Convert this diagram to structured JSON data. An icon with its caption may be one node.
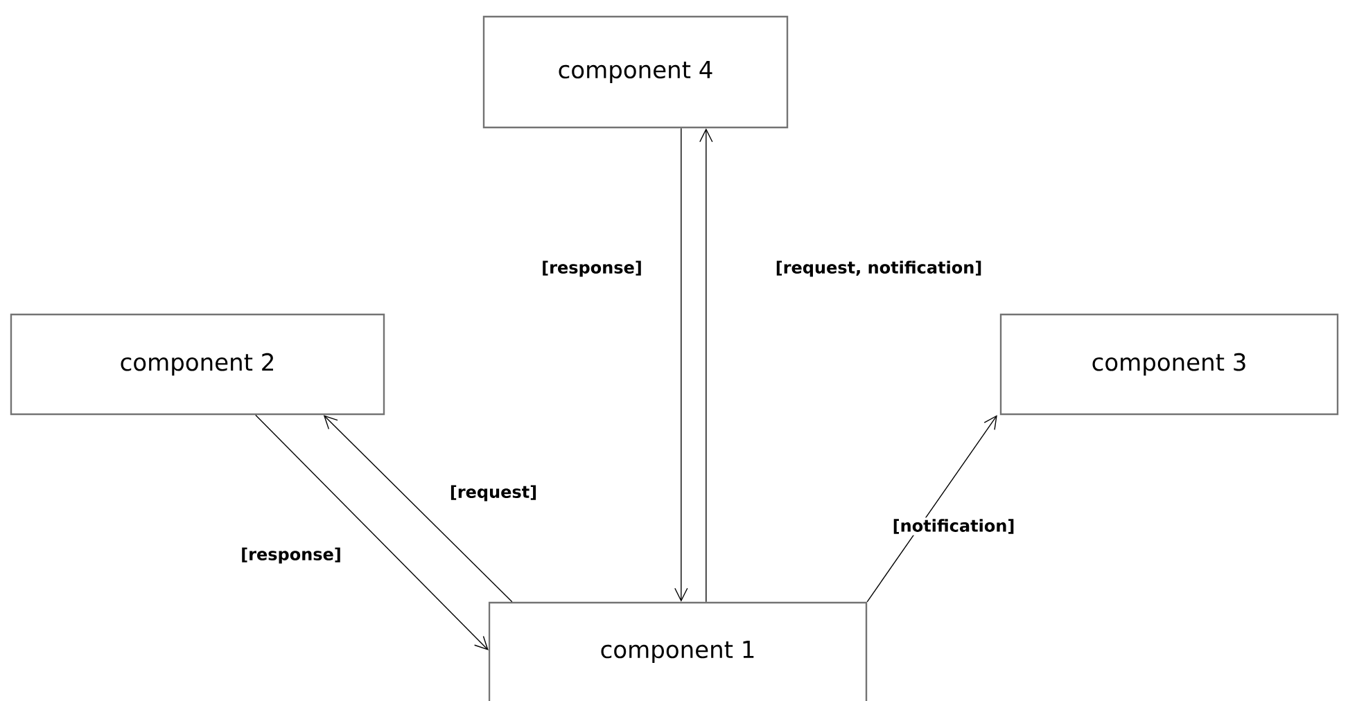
{
  "diagram": {
    "nodes": [
      {
        "text": [
          "component 4"
        ]
      },
      {
        "text": [
          "component 2"
        ]
      },
      {
        "text": [
          "component 3"
        ]
      },
      {
        "text": [
          "component 1"
        ]
      }
    ],
    "edges": [
      {
        "from": 1,
        "to": 3,
        "arrow": "to",
        "label": "[response]"
      },
      {
        "from": 3,
        "to": 1,
        "arrow": "to",
        "label": "[request]"
      },
      {
        "from": 0,
        "to": 3,
        "arrow": "to",
        "label": "[response]"
      },
      {
        "from": 3,
        "to": 0,
        "arrow": "to",
        "label": "[request, notification]"
      },
      {
        "from": 3,
        "to": 2,
        "arrow": "to",
        "label": "[notification]"
      }
    ]
  }
}
